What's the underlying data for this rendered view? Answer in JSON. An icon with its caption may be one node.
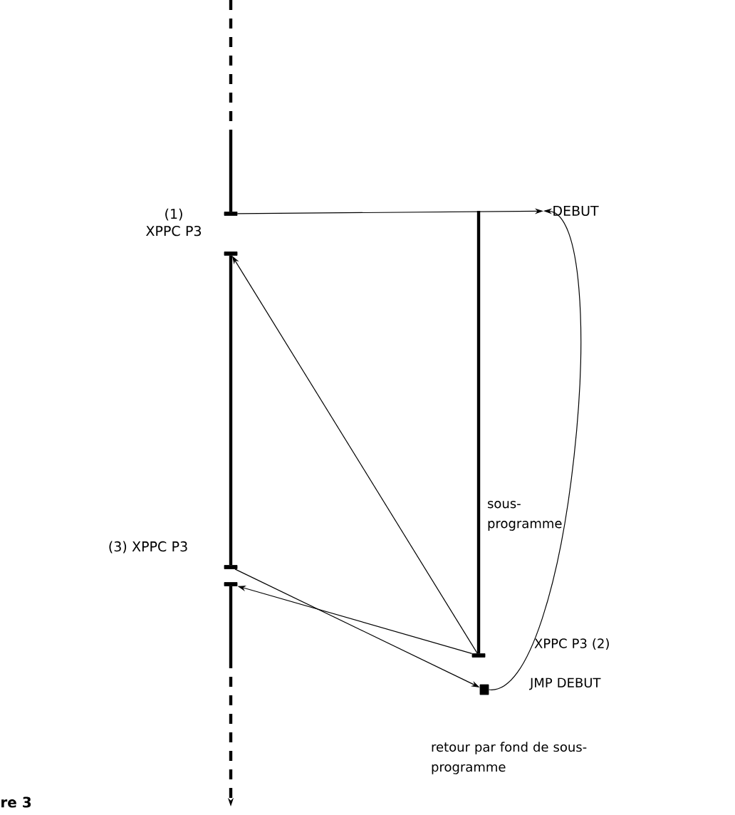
{
  "diagram": {
    "caption": "re 3",
    "nodes": [
      {
        "text": [],
        "shape": "bar",
        "beside": [
          "(1) XPPC P3"
        ]
      },
      {
        "text": [],
        "shape": "bar"
      },
      {
        "text": [
          "DEBUT"
        ]
      },
      {
        "text": [],
        "shape": "bar",
        "beside": [
          "(3) XPPC P3"
        ]
      },
      {
        "text": [],
        "shape": "bar"
      },
      {
        "text": [],
        "shape": "bar"
      },
      {
        "text": [],
        "shape": "box"
      }
    ],
    "edges": [
      {
        "from": null,
        "to": 0,
        "arrow": "none",
        "style": "dashed"
      },
      {
        "from": 0,
        "to": 2,
        "arrow": "to"
      },
      {
        "from": 2,
        "to": 5,
        "arrow": "none",
        "style": "thick"
      },
      {
        "from": 5,
        "to": 1,
        "arrow": "to"
      },
      {
        "from": 1,
        "to": 3,
        "arrow": "none",
        "style": "thick"
      },
      {
        "from": 3,
        "to": 6,
        "arrow": "to"
      },
      {
        "from": 5,
        "to": 4,
        "arrow": "to"
      },
      {
        "from": 6,
        "to": 2,
        "arrow": "to"
      },
      {
        "from": 4,
        "to": null,
        "arrow": "to",
        "style": "dashed"
      }
    ],
    "labels": [
      "sous- programme",
      "XPPC P3 (2)",
      "JMP DEBUT",
      "retour par fond de sous- programme"
    ]
  }
}
